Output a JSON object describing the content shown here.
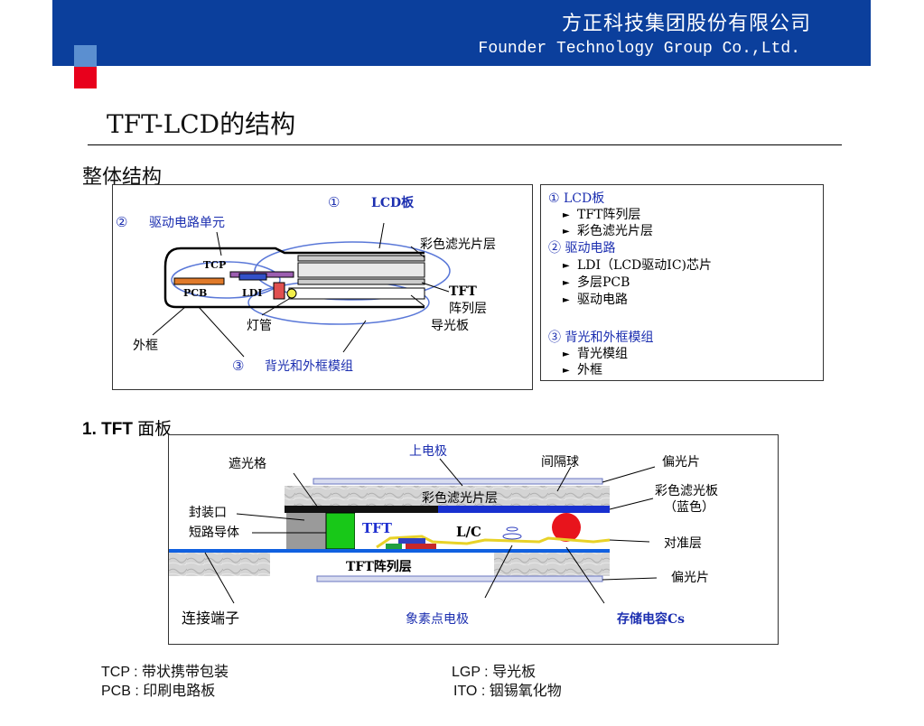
{
  "header": {
    "company_cn": "方正科技集团股份有限公司",
    "company_en": "Founder Technology Group Co.,Ltd."
  },
  "page_title": "TFT-LCD的结构",
  "section_overall": "整体结构",
  "section_panel": {
    "prefix": "1. TFT",
    "suffix": "面板"
  },
  "overall_diagram": {
    "lcd_board": {
      "num": "①",
      "label": "LCD板"
    },
    "drive_unit": {
      "num": "②",
      "label": "驱动电路单元"
    },
    "backlight": {
      "num": "③",
      "label": "背光和外框模组"
    },
    "color_filter": "彩色滤光片层",
    "tcp": "TCP",
    "pcb": "PCB",
    "ldi": "LDI",
    "tft": "TFT",
    "array": "阵列层",
    "lamp": "灯管",
    "lgp": "导光板",
    "frame": "外框"
  },
  "legend": [
    {
      "type": "head",
      "text": "①  LCD板"
    },
    {
      "type": "sub",
      "text": "TFT阵列层"
    },
    {
      "type": "sub",
      "text": "彩色滤光片层"
    },
    {
      "type": "head",
      "text": "②  驱动电路"
    },
    {
      "type": "sub",
      "text": "LDI（LCD驱动IC)芯片"
    },
    {
      "type": "sub",
      "text": "多层PCB"
    },
    {
      "type": "sub",
      "text": "驱动电路"
    },
    {
      "type": "gap",
      "text": ""
    },
    {
      "type": "head",
      "text": "③  背光和外框模组"
    },
    {
      "type": "sub",
      "text": "背光模组"
    },
    {
      "type": "sub",
      "text": "外框"
    }
  ],
  "panel_diagram": {
    "black_matrix": "遮光格",
    "top_electrode": "上电极",
    "spacer": "间隔球",
    "polarizer_top": "偏光片",
    "color_filter_layer": "彩色滤光片层",
    "color_filter_plate": "彩色滤光板",
    "blue": "（蓝色）",
    "seal": "封装口",
    "short_conductor": "短路导体",
    "tft": "TFT",
    "lc": "L/C",
    "alignment": "对准层",
    "tft_array": "TFT阵列层",
    "polarizer_bottom": "偏光片",
    "terminal": "连接端子",
    "pixel_electrode": "象素点电极",
    "storage_cap": "存储电容Cs"
  },
  "abbreviations": {
    "tcp": "TCP : 带状携带包装",
    "pcb": "PCB : 印刷电路板",
    "lgp": "LGP : 导光板",
    "ito": "ITO : 铟锡氧化物"
  },
  "colors": {
    "header": "#0b3f9c",
    "accent_blue": "#5b8fd0",
    "accent_red": "#e8001c",
    "label_blue": "#1c2fb0"
  }
}
